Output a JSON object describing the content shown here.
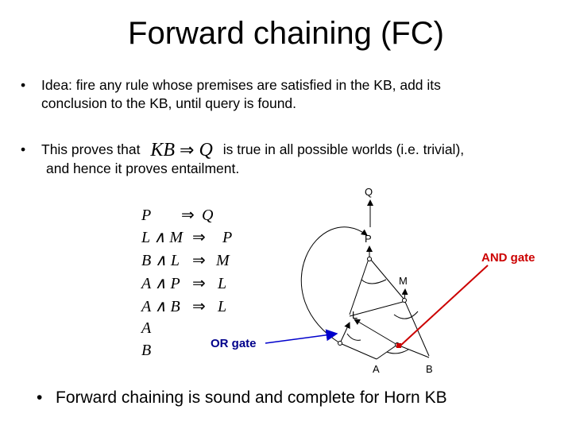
{
  "title": "Forward chaining (FC)",
  "bullets": [
    {
      "line1": "Idea: fire any rule whose premises are satisfied in the KB, add its",
      "line2": "conclusion to the KB, until query is found."
    },
    {
      "before": "This proves that",
      "formula_left": "KB",
      "formula_arrow": "⇒",
      "formula_right": "Q",
      "after": "is true in all possible worlds (i.e. trivial),",
      "line2": "and hence it proves entailment."
    },
    {
      "text": "Forward chaining is sound and complete for Horn KB"
    }
  ],
  "rules": [
    {
      "lhs": "P",
      "rhs": "Q"
    },
    {
      "lhs": "L ∧ M",
      "rhs": "P"
    },
    {
      "lhs": "B ∧ L",
      "rhs": "M"
    },
    {
      "lhs": "A ∧ P",
      "rhs": "L"
    },
    {
      "lhs": "A ∧ B",
      "rhs": "L"
    },
    {
      "lhs": "A",
      "rhs": ""
    },
    {
      "lhs": "B",
      "rhs": ""
    }
  ],
  "implies_symbol": "⇒",
  "bullet_symbol": "•",
  "diagram": {
    "nodes": [
      "Q",
      "P",
      "M",
      "L",
      "A",
      "B"
    ],
    "and_label": "AND gate",
    "or_label": "OR gate",
    "and_color": "#cc0000",
    "or_color": "#0000cc"
  }
}
